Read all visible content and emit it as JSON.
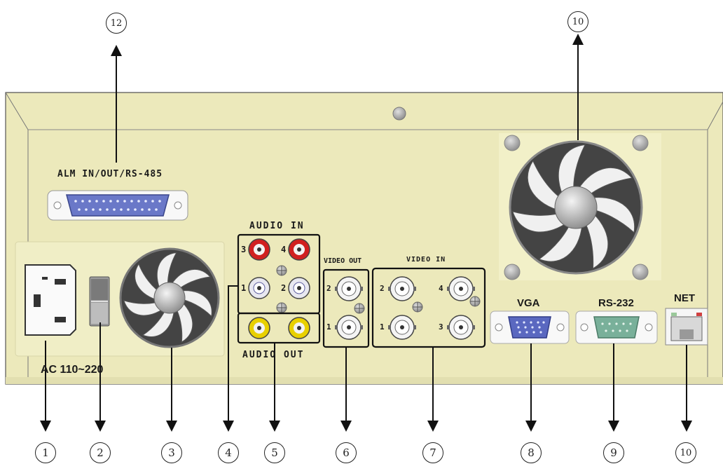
{
  "labels": {
    "alarm_port": "ALM IN/OUT/RS-485",
    "audio_in": "AUDIO IN",
    "audio_out": "AUDIO OUT",
    "video_out": "VIDEO OUT",
    "video_in": "VIDEO IN",
    "vga": "VGA",
    "rs232": "RS-232",
    "net": "NET",
    "power": "AC 110~220"
  },
  "audio_in_numbers": [
    "3",
    "4",
    "1",
    "2"
  ],
  "video_out_numbers": [
    "2",
    "1"
  ],
  "video_in_numbers": [
    "2",
    "4",
    "1",
    "3"
  ],
  "callouts": [
    "1",
    "2",
    "3",
    "4",
    "5",
    "6",
    "7",
    "8",
    "9",
    "10",
    "10",
    "12"
  ],
  "colors": {
    "panel": "#ece9bb",
    "rca_red": "#d02020",
    "rca_white": "#e8e8f0",
    "rca_yellow": "#e8d000",
    "db25": "#6a78c8",
    "vga": "#5a68c0",
    "rs232": "#79b09a"
  }
}
